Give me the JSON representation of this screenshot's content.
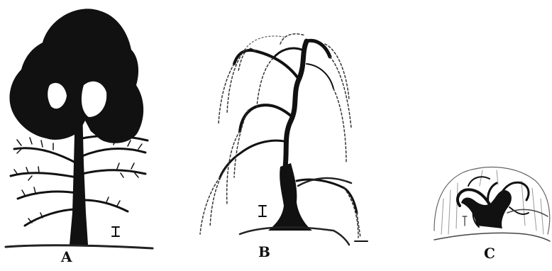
{
  "panels": [
    {
      "label": "A",
      "description": "tree-excurrent-crown"
    },
    {
      "label": "B",
      "description": "tree-weeping-crown"
    },
    {
      "label": "C",
      "description": "tree-dwarf-weeping-crown"
    }
  ],
  "colors": {
    "ink": "#111111",
    "ground": "#222222",
    "faint": "#8a8a8a",
    "background": "#ffffff"
  }
}
